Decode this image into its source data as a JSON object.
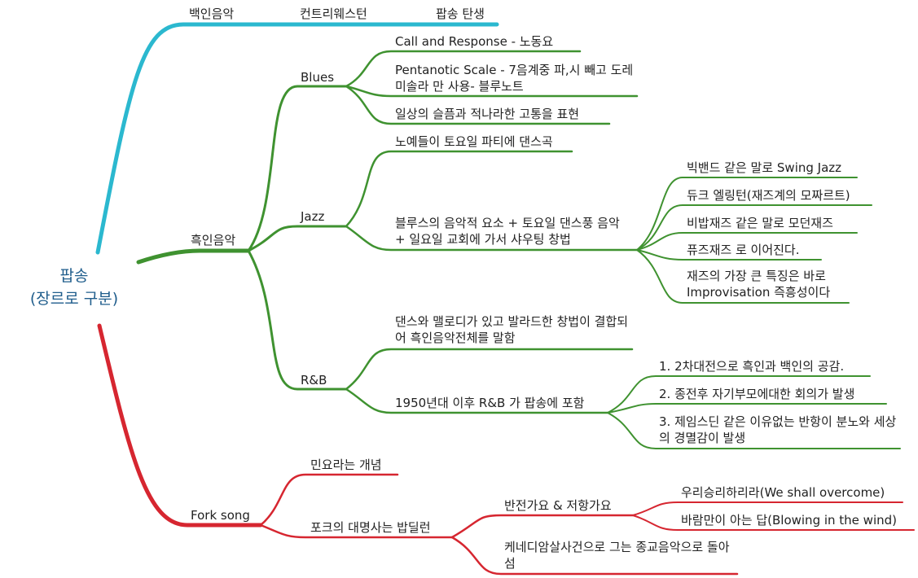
{
  "colors": {
    "white_branch": "#2bb8cf",
    "black_branch": "#3f9230",
    "folk_branch": "#d62630",
    "root_text": "#1f5d8c"
  },
  "root": {
    "line1": "팝송",
    "line2": "(장르로 구분)"
  },
  "white": {
    "label": "백인음악",
    "child": "컨트리웨스턴",
    "grandchild": "팝송 탄생"
  },
  "black": {
    "label": "흑인음악",
    "blues": {
      "label": "Blues",
      "items": [
        "Call and Response - 노동요",
        "Pentanotic Scale - 7음계중 파,시 빼고 도레미솔라 만 사용- 블루노트",
        "일상의 슬픔과 적나라한 고통을 표현"
      ]
    },
    "jazz": {
      "label": "Jazz",
      "item1": "노예들이 토요일 파티에 댄스곡",
      "item2": "블루스의 음악적 요소 + 토요일 댄스풍 음악 + 일요일 교회에 가서 샤우팅 창법",
      "subitems": [
        "빅밴드 같은 말로 Swing Jazz",
        "듀크 엘링턴(재즈계의 모짜르트)",
        "비밥재즈 같은 말로 모던재즈",
        "퓨즈재즈 로 이어진다.",
        "재즈의 가장 큰 특징은 바로 Improvisation 즉흥성이다"
      ]
    },
    "rnb": {
      "label": "R&B",
      "item1": "댄스와 맬로디가 있고 발라드한 창법이 결합되어 흑인음악전체를 말함",
      "item2": "1950년대 이후 R&B 가 팝송에 포함",
      "subitems": [
        "1. 2차대전으로 흑인과 백인의 공감.",
        "2. 종전후 자기부모에대한 회의가 발생",
        "3. 제임스딘 같은 이유없는 반항이 분노와 세상의 경멸감이 발생"
      ]
    }
  },
  "folk": {
    "label": "Fork song",
    "item1": "민요라는 개념",
    "item2": "포크의 대명사는 밥딜런",
    "antiwar": {
      "label": "반전가요 & 저항가요",
      "subitems": [
        "우리승리하리라(We shall overcome)",
        "바람만이 아는 답(Blowing in the wind)"
      ]
    },
    "kennedy": "케네디암살사건으로 그는 종교음악으로 돌아섬"
  }
}
